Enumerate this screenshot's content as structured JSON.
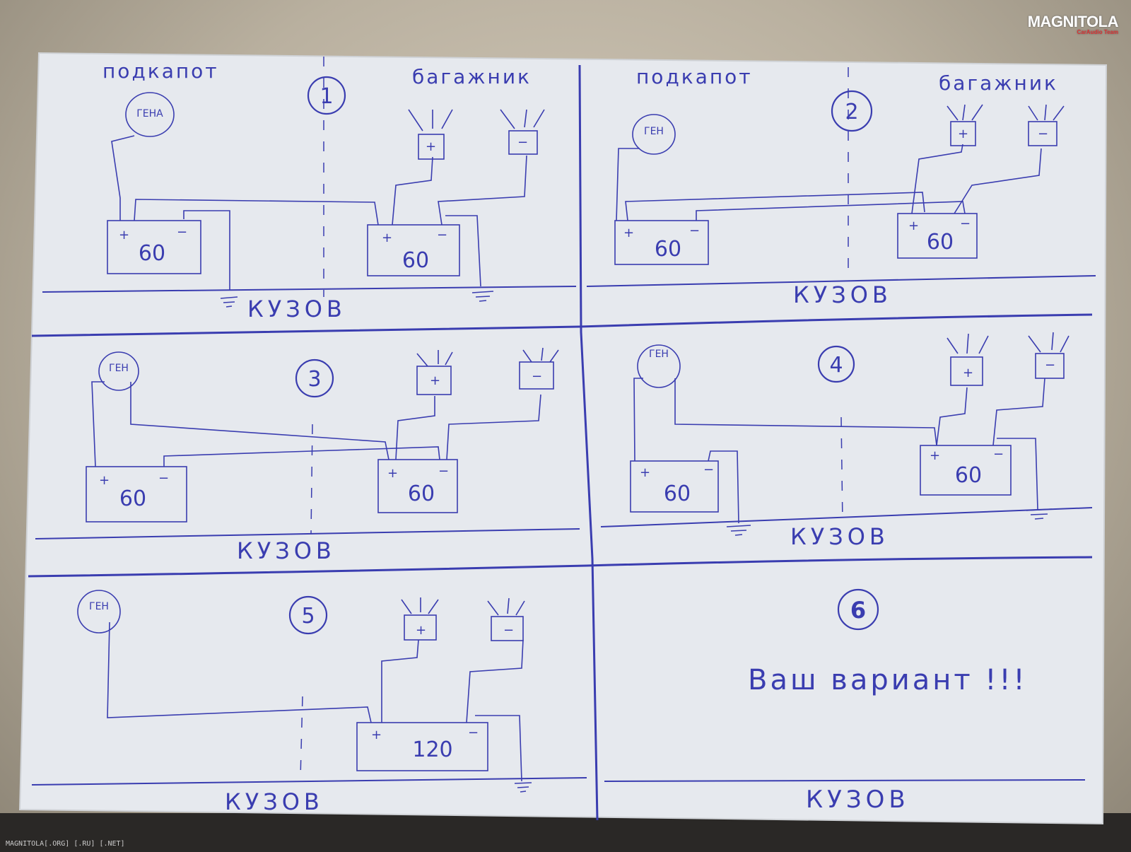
{
  "watermark": {
    "logo": "MAGNITOLA",
    "logo_sub": "CarAudio Team",
    "footer": "MAGNITOLA[.ORG] [.RU] [.NET]"
  },
  "header": {
    "under_hood": "подкапот",
    "trunk": "багажник"
  },
  "panels": [
    {
      "number": "1",
      "gen": "ГЕНА",
      "batteries": [
        "60",
        "60"
      ],
      "body": "КУЗОВ"
    },
    {
      "number": "2",
      "gen": "ГЕН",
      "batteries": [
        "60",
        "60"
      ],
      "body": "КУЗОВ"
    },
    {
      "number": "3",
      "gen": "ГЕН",
      "batteries": [
        "60",
        "60"
      ],
      "body": "КУЗОВ"
    },
    {
      "number": "4",
      "gen": "ГЕН",
      "batteries": [
        "60",
        "60"
      ],
      "body": "КУЗОВ"
    },
    {
      "number": "5",
      "gen": "ГЕН",
      "batteries": [
        "120"
      ],
      "body": "КУЗОВ"
    },
    {
      "number": "6",
      "caption": "Ваш вариант !!!",
      "body": "КУЗОВ"
    }
  ],
  "symbols": {
    "plus": "+",
    "minus": "−"
  },
  "colors": {
    "ink": "#3a3db0",
    "paper": "#e9ecef"
  }
}
